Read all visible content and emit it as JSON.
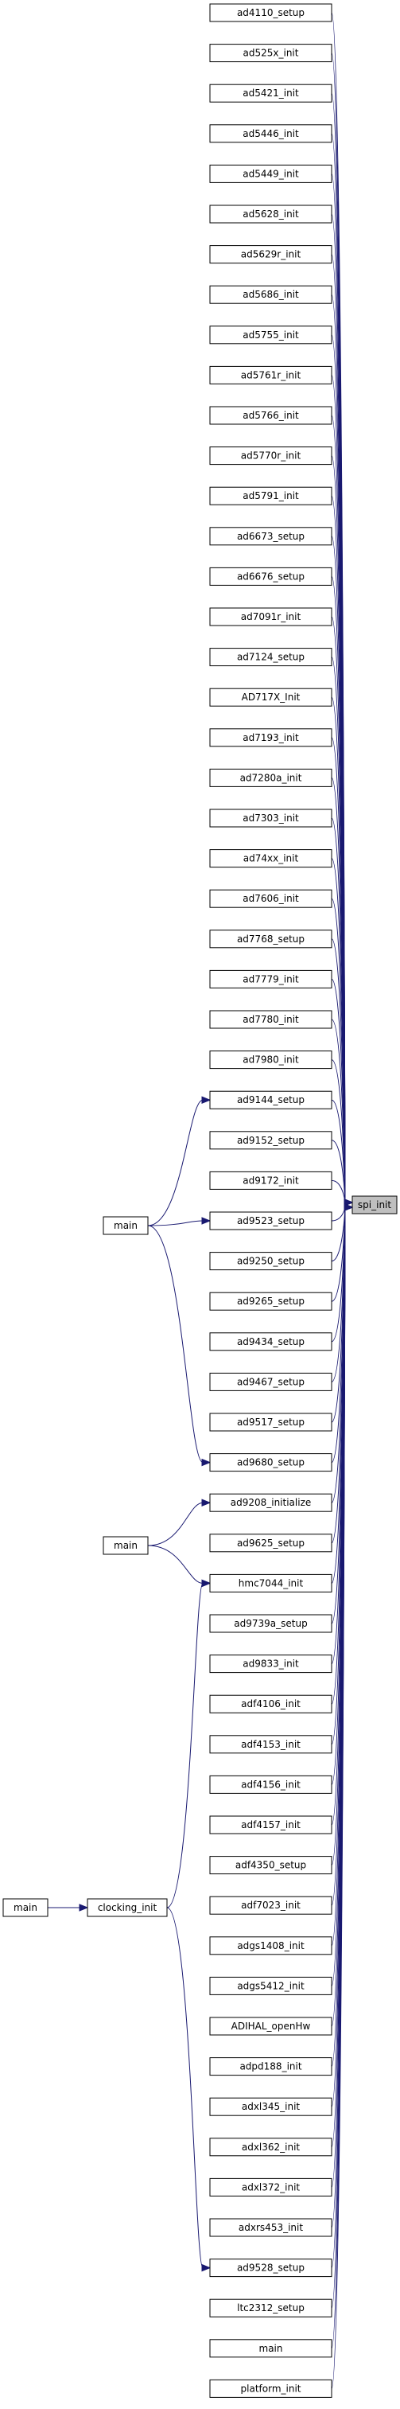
{
  "diagram": {
    "type": "call-graph",
    "target": "spi_init",
    "callers": [
      "ad4110_setup",
      "ad525x_init",
      "ad5421_init",
      "ad5446_init",
      "ad5449_init",
      "ad5628_init",
      "ad5629r_init",
      "ad5686_init",
      "ad5755_init",
      "ad5761r_init",
      "ad5766_init",
      "ad5770r_init",
      "ad5791_init",
      "ad6673_setup",
      "ad6676_setup",
      "ad7091r_init",
      "ad7124_setup",
      "AD717X_Init",
      "ad7193_init",
      "ad7280a_init",
      "ad7303_init",
      "ad74xx_init",
      "ad7606_init",
      "ad7768_setup",
      "ad7779_init",
      "ad7780_init",
      "ad7980_init",
      "ad9144_setup",
      "ad9152_setup",
      "ad9172_init",
      "ad9523_setup",
      "ad9250_setup",
      "ad9265_setup",
      "ad9434_setup",
      "ad9467_setup",
      "ad9517_setup",
      "ad9680_setup",
      "ad9208_initialize",
      "ad9625_setup",
      "hmc7044_init",
      "ad9739a_setup",
      "ad9833_init",
      "adf4106_init",
      "adf4153_init",
      "adf4156_init",
      "adf4157_init",
      "adf4350_setup",
      "adf7023_init",
      "adgs1408_init",
      "adgs5412_init",
      "ADIHAL_openHw",
      "adpd188_init",
      "adxl345_init",
      "adxl362_init",
      "adxl372_init",
      "adxrs453_init",
      "ad9528_setup",
      "ltc2312_setup",
      "main",
      "platform_init"
    ],
    "second_level": [
      {
        "label": "main",
        "calls": [
          "ad9144_setup",
          "ad9523_setup",
          "ad9680_setup"
        ]
      },
      {
        "label": "main",
        "calls": [
          "ad9208_initialize",
          "hmc7044_init"
        ]
      },
      {
        "label": "clocking_init",
        "calls": [
          "hmc7044_init",
          "ad9528_setup"
        ]
      }
    ],
    "third_level": [
      {
        "label": "main",
        "calls": [
          "clocking_init"
        ]
      }
    ]
  }
}
